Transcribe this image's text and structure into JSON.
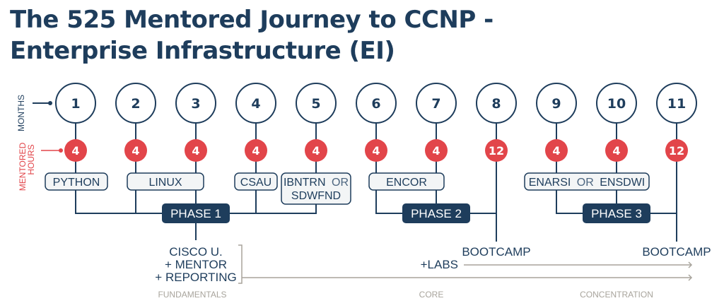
{
  "title": {
    "line1": "The 525 Mentored Journey to CCNP -",
    "line2": "Enterprise Infrastructure (EI)"
  },
  "colors": {
    "navy": "#1e3d5c",
    "red": "#e2454a",
    "box_fill": "#f3f5f6",
    "gray_arrow": "#a8a49c"
  },
  "axis_labels": {
    "months": "MONTHS",
    "hours_line1": "MENTORED",
    "hours_line2": "HOURS"
  },
  "months": [
    {
      "month": "1",
      "hours": "4"
    },
    {
      "month": "2",
      "hours": "4"
    },
    {
      "month": "3",
      "hours": "4"
    },
    {
      "month": "4",
      "hours": "4"
    },
    {
      "month": "5",
      "hours": "4"
    },
    {
      "month": "6",
      "hours": "4"
    },
    {
      "month": "7",
      "hours": "4"
    },
    {
      "month": "8",
      "hours": "12"
    },
    {
      "month": "9",
      "hours": "4"
    },
    {
      "month": "10",
      "hours": "4"
    },
    {
      "month": "11",
      "hours": "12"
    }
  ],
  "courses": {
    "python": "PYTHON",
    "linux": "LINUX",
    "csau": "CSAU",
    "ibntrn": "IBNTRN",
    "or": "OR",
    "sdwfnd": "SDWFND",
    "encor": "ENCOR",
    "enarsi": "ENARSI",
    "ensdwi": "ENSDWI"
  },
  "phases": [
    "PHASE 1",
    "PHASE 2",
    "PHASE 3"
  ],
  "resources": {
    "line1": "CISCO U.",
    "line2": "+ MENTOR",
    "line3": "+ REPORTING",
    "bootcamp1": "BOOTCAMP",
    "bootcamp2": "BOOTCAMP",
    "labs": "+LABS"
  },
  "stages": [
    "FUNDAMENTALS",
    "CORE",
    "CONCENTRATION"
  ]
}
